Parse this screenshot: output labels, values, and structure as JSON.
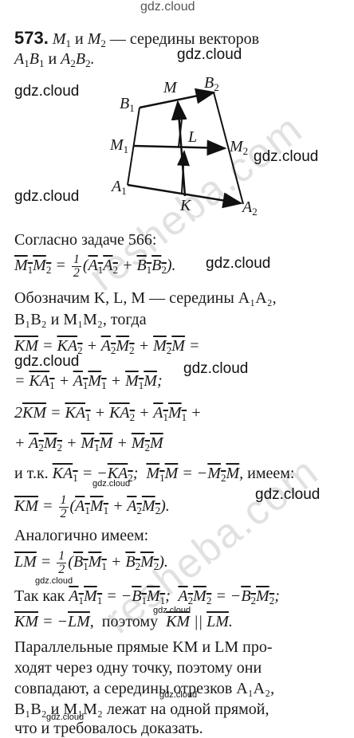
{
  "watermarks": {
    "site": "gdz.cloud",
    "diagonal": "reshebа.com"
  },
  "problem": {
    "number": "573.",
    "statement_part1": " и ",
    "statement_part2": " — середины векторов",
    "dash_text": "и"
  },
  "figure": {
    "labels": [
      "B₁",
      "M",
      "B₂",
      "M₁",
      "L",
      "M₂",
      "A₁",
      "K",
      "A₂"
    ]
  },
  "text": {
    "according": "Согласно задаче 566:",
    "denote": "Обозначим K, L, M — середины A₁A₂,",
    "denote2": "B₁B₂ и M₁M₂, тогда",
    "since": "и т.к.",
    "have": "имеем:",
    "similarly": "Аналогично имеем:",
    "so_as": "Так как",
    "therefore": "поэтому",
    "parallel1": "Параллельные прямые KM и LM про-",
    "parallel2": "ходят через одну точку, поэтому они",
    "parallel3": "совпадают, а середины отрезков A₁A₂,",
    "parallel4": "B₁B₂ и M₁M₂ лежат на одной прямой,",
    "parallel5": "что и требовалось доказать."
  }
}
